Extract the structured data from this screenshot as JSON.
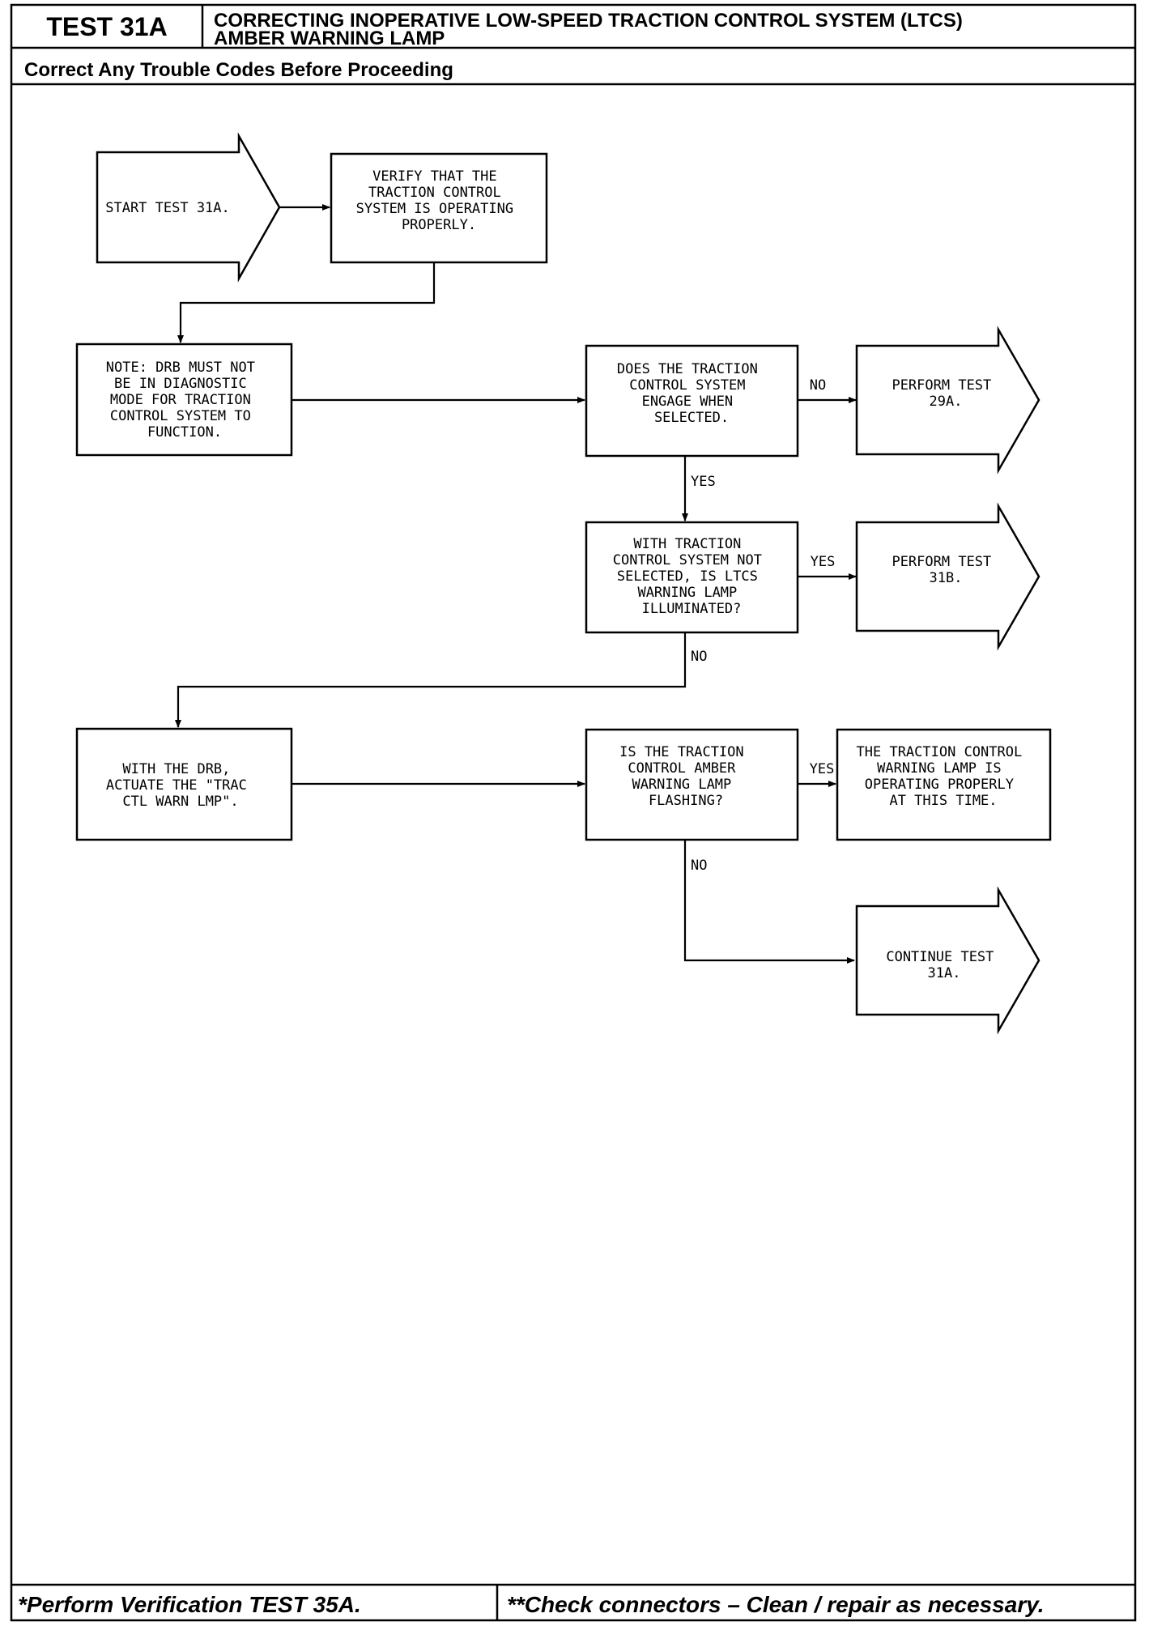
{
  "header": {
    "test_id": "TEST 31A",
    "title_line1": "CORRECTING INOPERATIVE LOW-SPEED TRACTION CONTROL SYSTEM (LTCS)",
    "title_line2": "AMBER WARNING LAMP",
    "subtitle": "Correct Any Trouble Codes Before Proceeding"
  },
  "flow": {
    "start": [
      "START TEST 31A."
    ],
    "verify": [
      "VERIFY THAT THE",
      "TRACTION CONTROL",
      "SYSTEM IS OPERATING",
      "PROPERLY."
    ],
    "note": [
      "NOTE:  DRB MUST NOT",
      "BE IN DIAGNOSTIC",
      "MODE FOR TRACTION",
      "CONTROL SYSTEM TO",
      "FUNCTION."
    ],
    "q_engage": [
      "DOES THE TRACTION",
      "CONTROL SYSTEM",
      "ENGAGE WHEN",
      "SELECTED."
    ],
    "perform_29a": [
      "PERFORM TEST",
      "29A."
    ],
    "q_lamp": [
      "WITH TRACTION",
      "CONTROL SYSTEM NOT",
      "SELECTED, IS LTCS",
      "WARNING LAMP",
      "ILLUMINATED?"
    ],
    "perform_31b": [
      "PERFORM TEST",
      "31B."
    ],
    "actuate": [
      "WITH THE DRB,",
      "ACTUATE THE \"TRAC",
      "CTL WARN LMP\"."
    ],
    "q_flash": [
      "IS THE TRACTION",
      "CONTROL AMBER",
      "WARNING LAMP",
      "FLASHING?"
    ],
    "ok_result": [
      "THE TRACTION CONTROL",
      "WARNING LAMP IS",
      "OPERATING PROPERLY",
      "AT THIS TIME."
    ],
    "continue": [
      "CONTINUE TEST",
      "31A."
    ],
    "labels": {
      "no1": "NO",
      "yes1": "YES",
      "yes2": "YES",
      "no2": "NO",
      "yes3": "YES",
      "no3": "NO"
    }
  },
  "footer": {
    "left": "*Perform Verification TEST 35A.",
    "right": "**Check connectors – Clean / repair as necessary."
  }
}
